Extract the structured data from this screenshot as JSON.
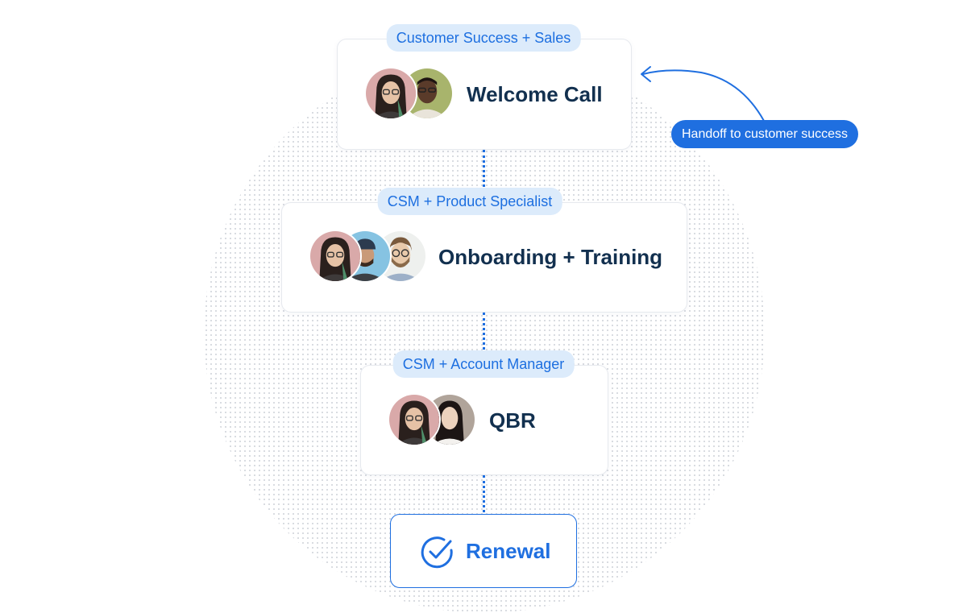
{
  "colors": {
    "accent": "#1f6fe0",
    "pill_background": "#dcebfb",
    "title_text": "#12304f",
    "card_border": "#e6e9ee",
    "dot_pattern": "#d3d6dc"
  },
  "stages": [
    {
      "team_label": "Customer Success + Sales",
      "title": "Welcome Call",
      "avatars": [
        "woman-glasses-avatar",
        "man-dark-skin-avatar"
      ]
    },
    {
      "team_label": "CSM + Product Specialist",
      "title": "Onboarding + Training",
      "avatars": [
        "woman-glasses-avatar",
        "man-cap-avatar",
        "man-beard-glasses-avatar"
      ]
    },
    {
      "team_label": "CSM + Account Manager",
      "title": "QBR",
      "avatars": [
        "woman-glasses-avatar",
        "woman-dark-hair-avatar"
      ]
    }
  ],
  "final_stage": {
    "title": "Renewal",
    "icon": "check-circle-icon"
  },
  "annotation": {
    "label": "Handoff to customer success",
    "icon": "curved-arrow-icon"
  }
}
